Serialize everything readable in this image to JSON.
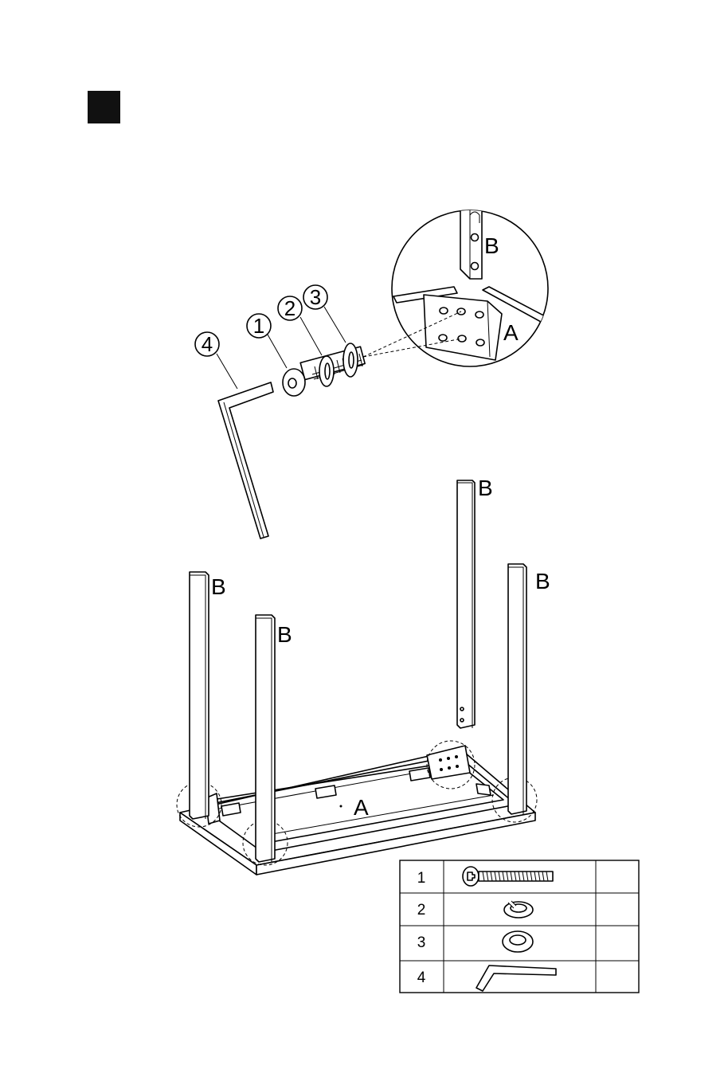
{
  "callouts": [
    "1",
    "2",
    "3",
    "4"
  ],
  "labels": {
    "frame": "A",
    "leg": "B"
  },
  "parts_table": {
    "rows": [
      {
        "num": "1",
        "icon": "bolt-icon",
        "qty": ""
      },
      {
        "num": "2",
        "icon": "spring-washer-icon",
        "qty": ""
      },
      {
        "num": "3",
        "icon": "flat-washer-icon",
        "qty": ""
      },
      {
        "num": "4",
        "icon": "allen-key-icon",
        "qty": ""
      }
    ]
  },
  "colors": {
    "ink": "#000000",
    "paper": "#ffffff",
    "step_marker": "#111111"
  }
}
